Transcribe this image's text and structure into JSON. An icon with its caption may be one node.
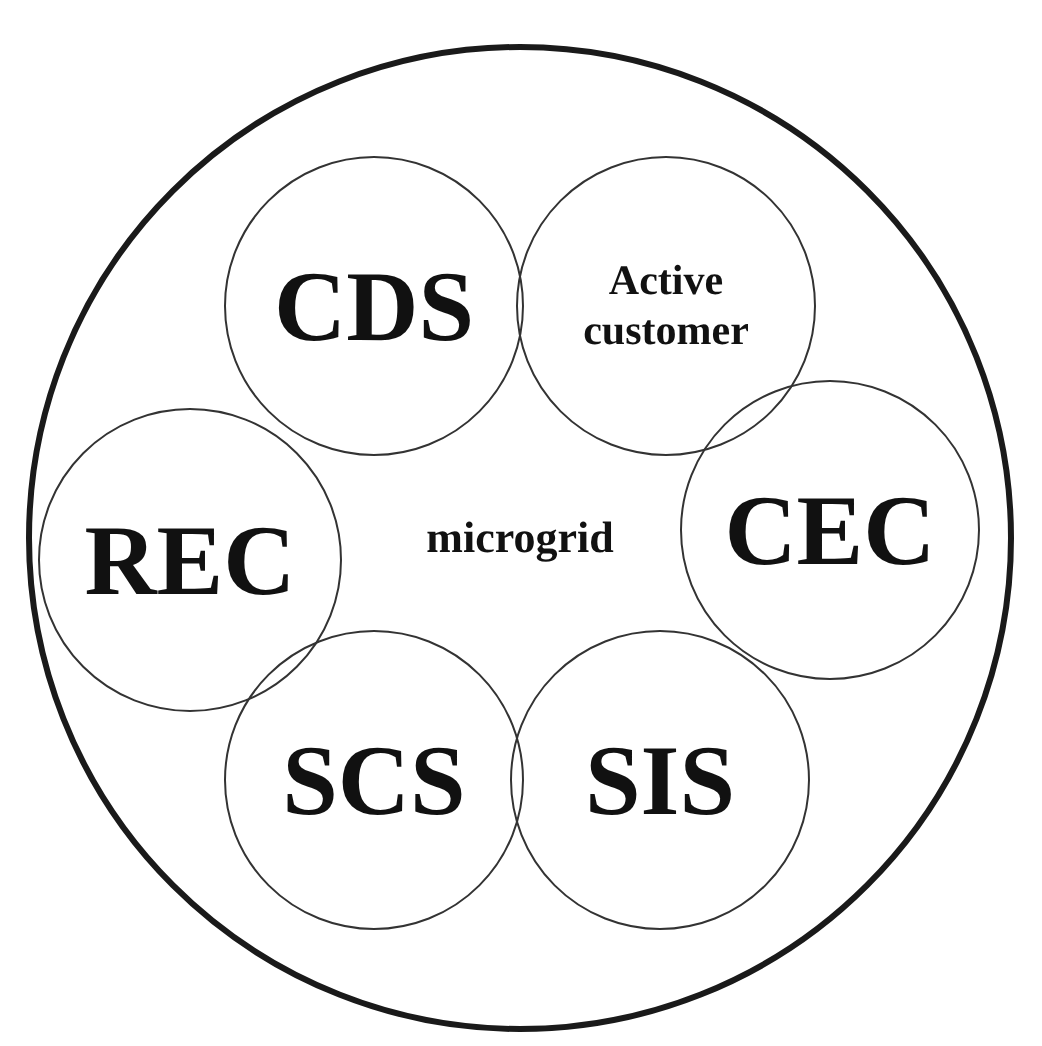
{
  "diagram": {
    "nodes": [
      {
        "text": [
          "microgrid"
        ]
      },
      {
        "text": [
          "CDS"
        ],
        "in": 0
      },
      {
        "text": [
          "Active customer"
        ],
        "in": 0
      },
      {
        "text": [
          "REC"
        ],
        "in": 0
      },
      {
        "text": [
          "CEC"
        ],
        "in": 0
      },
      {
        "text": [
          "SCS"
        ],
        "in": 0
      },
      {
        "text": [
          "SIS"
        ],
        "in": 0
      }
    ]
  }
}
